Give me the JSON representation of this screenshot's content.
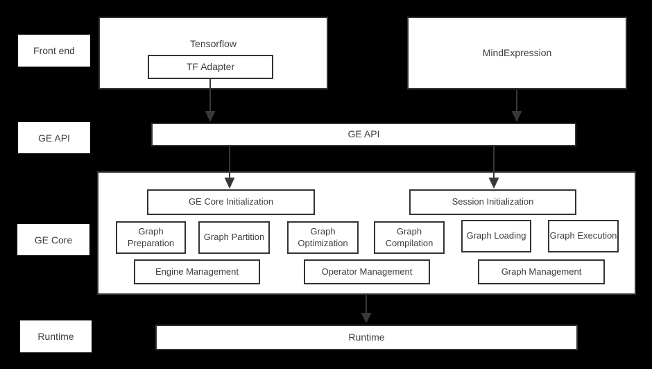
{
  "row_labels": [
    {
      "label": "Front end"
    },
    {
      "label": "GE API"
    },
    {
      "label": "GE Core"
    },
    {
      "label": "Runtime"
    }
  ],
  "frontend": {
    "tensorflow_title": "Tensorflow",
    "tf_adapter_label": "TF Adapter",
    "mindexpression_title": "MindExpression"
  },
  "ge_api_bar": {
    "label": "GE API"
  },
  "ge_core": {
    "init": [
      "GE Core Initialization",
      "Session Initialization"
    ],
    "stages": [
      "Graph Preparation",
      "Graph Partition",
      "Graph Optimization",
      "Graph Compilation",
      "Graph Loading",
      "Graph Execution"
    ],
    "management": [
      "Engine Management",
      "Operator Management",
      "Graph Management"
    ]
  },
  "runtime_bar": {
    "label": "Runtime"
  },
  "colors": {
    "background": "#000000",
    "box_fill": "#ffffff",
    "box_border": "#333333",
    "text": "#3d3d3d",
    "arrow": "#383838"
  }
}
